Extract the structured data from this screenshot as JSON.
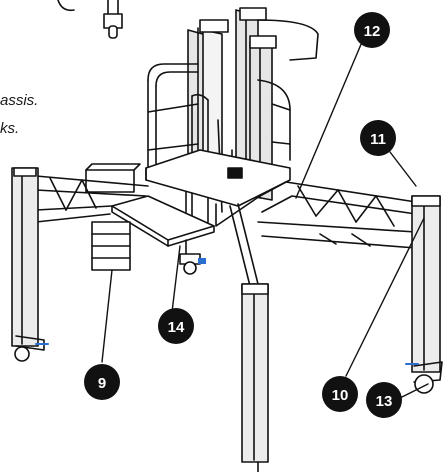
{
  "caption_lines": [
    "assis.",
    "ks."
  ],
  "callouts": [
    {
      "id": "9",
      "label": "9"
    },
    {
      "id": "10",
      "label": "10"
    },
    {
      "id": "11",
      "label": "11"
    },
    {
      "id": "12",
      "label": "12"
    },
    {
      "id": "13",
      "label": "13"
    },
    {
      "id": "14",
      "label": "14"
    }
  ]
}
